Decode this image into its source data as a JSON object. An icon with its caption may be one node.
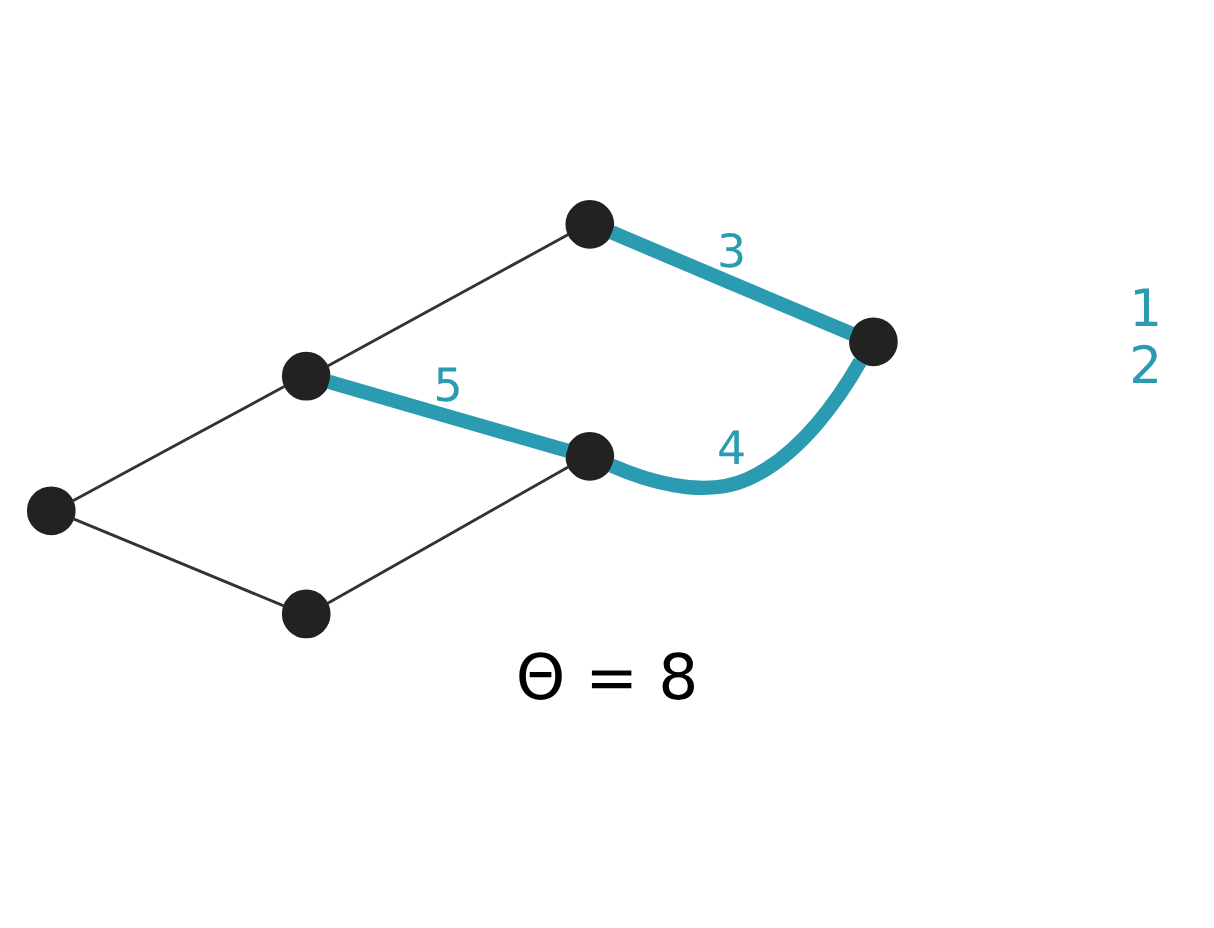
{
  "diagram": {
    "caption": "Θ = 8",
    "nodes": [
      {
        "text": [],
        "shape": "circle"
      },
      {
        "text": [],
        "shape": "circle"
      },
      {
        "text": [],
        "shape": "circle"
      },
      {
        "text": [],
        "shape": "circle"
      },
      {
        "text": [],
        "shape": "circle",
        "beside": [
          "1",
          "2"
        ]
      },
      {
        "text": [],
        "shape": "circle"
      }
    ],
    "edges": [
      {
        "from": 0,
        "to": 1,
        "arrow": "none"
      },
      {
        "from": 0,
        "to": 5,
        "arrow": "none"
      },
      {
        "from": 1,
        "to": 2,
        "arrow": "none"
      },
      {
        "from": 1,
        "to": 3,
        "arrow": "none",
        "label": "5",
        "style": "thick",
        "color": "#2a9bb0"
      },
      {
        "from": 5,
        "to": 3,
        "arrow": "none"
      },
      {
        "from": 2,
        "to": 4,
        "arrow": "none",
        "label": "3",
        "style": "thick",
        "color": "#2a9bb0"
      },
      {
        "from": 3,
        "to": 4,
        "arrow": "none",
        "label": "4",
        "style": "thick",
        "color": "#2a9bb0"
      }
    ]
  }
}
